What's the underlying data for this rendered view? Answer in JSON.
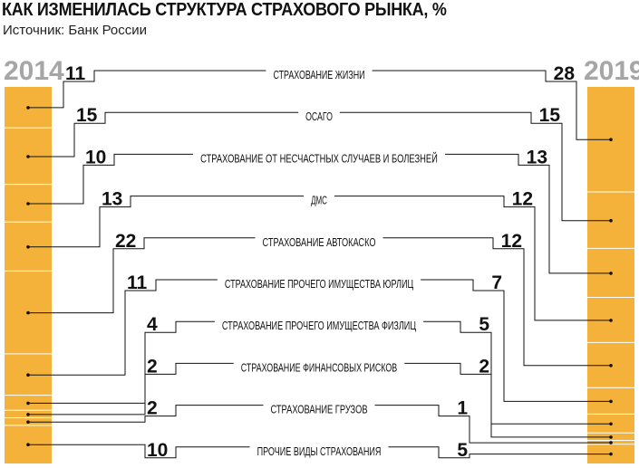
{
  "header": {
    "title": "КАК ИЗМЕНИЛАСЬ СТРУКТУРА СТРАХОВОГО РЫНКА, %",
    "source": "Источник: Банк России"
  },
  "colors": {
    "bar": "#f4b23a",
    "year": "#a6a6a6",
    "text": "#111111"
  },
  "chart_data": {
    "type": "bar",
    "stacked": true,
    "title": "КАК ИЗМЕНИЛАСЬ СТРУКТУРА СТРАХОВОГО РЫНКА, %",
    "categories": [
      "2014",
      "2019"
    ],
    "segments": [
      "СТРАХОВАНИЕ ЖИЗНИ",
      "ОСАГО",
      "СТРАХОВАНИЕ ОТ НЕСЧАСТНЫХ СЛУЧАЕВ И БОЛЕЗНЕЙ",
      "ДМС",
      "СТРАХОВАНИЕ АВТОКАСКО",
      "СТРАХОВАНИЕ ПРОЧЕГО ИМУЩЕСТВА ЮРЛИЦ",
      "СТРАХОВАНИЕ ПРОЧЕГО ИМУЩЕСТВА ФИЗЛИЦ",
      "СТРАХОВАНИЕ ФИНАНСОВЫХ РИСКОВ",
      "СТРАХОВАНИЕ ГРУЗОВ",
      "ПРОЧИЕ ВИДЫ СТРАХОВАНИЯ"
    ],
    "series": [
      {
        "name": "2014",
        "values": [
          11,
          15,
          10,
          13,
          22,
          11,
          4,
          2,
          2,
          10
        ]
      },
      {
        "name": "2019",
        "values": [
          28,
          15,
          13,
          12,
          12,
          7,
          5,
          2,
          1,
          5
        ]
      }
    ]
  }
}
